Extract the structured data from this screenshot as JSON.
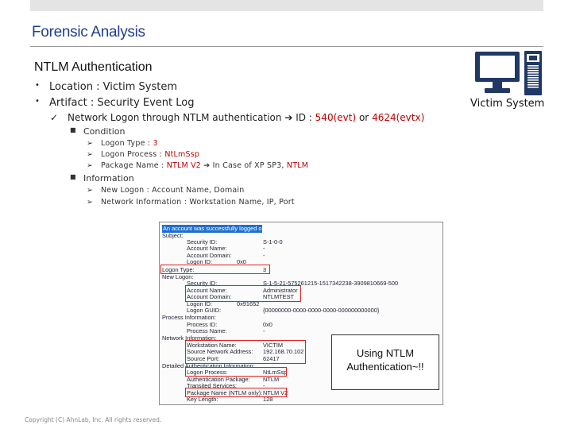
{
  "slide": {
    "title": "Forensic Analysis",
    "subtitle": "NTLM Authentication",
    "bullets": [
      {
        "label": "Location : Victim System"
      },
      {
        "label": "Artifact : Security Event Log"
      }
    ],
    "check_item": {
      "text": "Network Logon through NTLM authentication",
      "arrow": "➔",
      "id_label": "ID :",
      "evt": "540(evt)",
      "or": "or",
      "evtx": "4624(evtx)"
    },
    "condition": {
      "label": "Condition",
      "items": [
        {
          "prefix": "Logon Type :",
          "value": "3",
          "suffix": ""
        },
        {
          "prefix": "Logon Process :",
          "value": "NtLmSsp",
          "suffix": ""
        },
        {
          "prefix": "Package Name :",
          "value": "NTLM V2",
          "suffix": "➔ In Case of XP SP3,",
          "value2": "NTLM"
        }
      ]
    },
    "information": {
      "label": "Information",
      "items": [
        "New Logon : Account Name, Domain",
        "Network Information : Workstation Name, IP, Port"
      ]
    },
    "victim_label": "Victim System",
    "callout": {
      "line1": "Using NTLM",
      "line2": "Authentication~!!"
    },
    "copyright": "Copyright (C) AhnLab, Inc. All rights reserved."
  },
  "event_log": {
    "header": "An account was successfully logged on.",
    "subject": "Subject:",
    "subject_fields": [
      {
        "k": "Security ID:",
        "v": "S-1-0-0"
      },
      {
        "k": "Account Name:",
        "v": "-"
      },
      {
        "k": "Account Domain:",
        "v": "-"
      },
      {
        "k": "Logon ID:",
        "v": "0x0"
      }
    ],
    "logon_type_key": "Logon Type:",
    "logon_type_val": "3",
    "new_logon": "New Logon:",
    "new_logon_fields": [
      {
        "k": "Security ID:",
        "v": "S-1-5-21-575261215-1517342238-3909810669-500"
      },
      {
        "k": "Account Name:",
        "v": "Administrator"
      },
      {
        "k": "Account Domain:",
        "v": "NTLMTEST"
      },
      {
        "k": "Logon ID:",
        "v": "0x91652"
      },
      {
        "k": "Logon GUID:",
        "v": "{00000000-0000-0000-0000-000000000000}"
      }
    ],
    "process_info": "Process Information:",
    "process_fields": [
      {
        "k": "Process ID:",
        "v": "0x0"
      },
      {
        "k": "Process Name:",
        "v": "-"
      }
    ],
    "network_info": "Network Information:",
    "network_fields": [
      {
        "k": "Workstation Name:",
        "v": "VICTIM"
      },
      {
        "k": "Source Network Address:",
        "v": "192.168.70.102"
      },
      {
        "k": "Source Port:",
        "v": "62417"
      }
    ],
    "detailed": "Detailed Authentication Information:",
    "detailed_fields": [
      {
        "k": "Logon Process:",
        "v": "NtLmSsp"
      },
      {
        "k": "Authentication Package:",
        "v": "NTLM"
      },
      {
        "k": "Transited Services:",
        "v": "-"
      },
      {
        "k": "Package Name (NTLM only):",
        "v": "NTLM V2"
      },
      {
        "k": "Key Length:",
        "v": "128"
      }
    ]
  }
}
